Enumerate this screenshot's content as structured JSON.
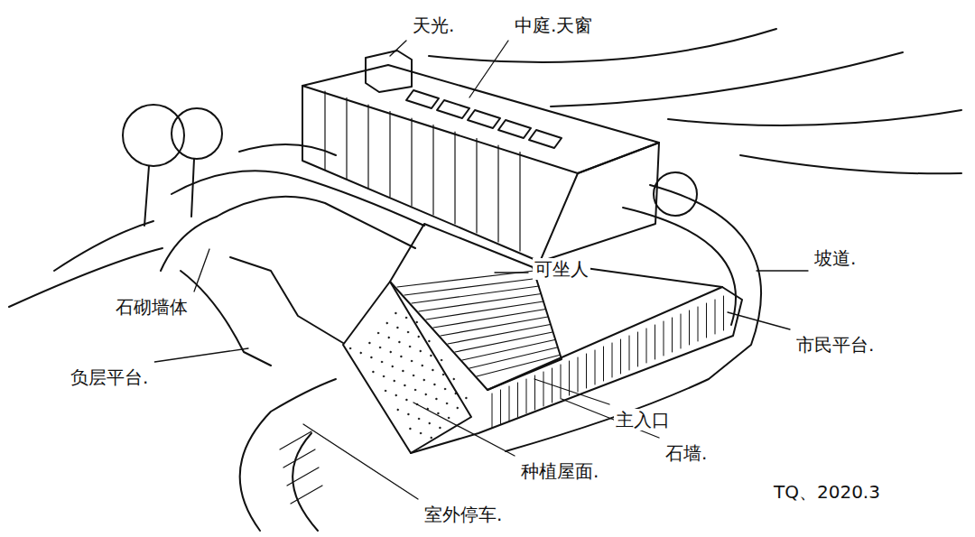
{
  "diagram": {
    "labels": [
      "天光.",
      "中庭.天窗",
      "可坐人",
      "坡道.",
      "市民平台.",
      "石砌墙体",
      "负层平台.",
      "主入口",
      "石墙.",
      "种植屋面.",
      "室外停车.",
      "TQ、2020.3"
    ]
  }
}
